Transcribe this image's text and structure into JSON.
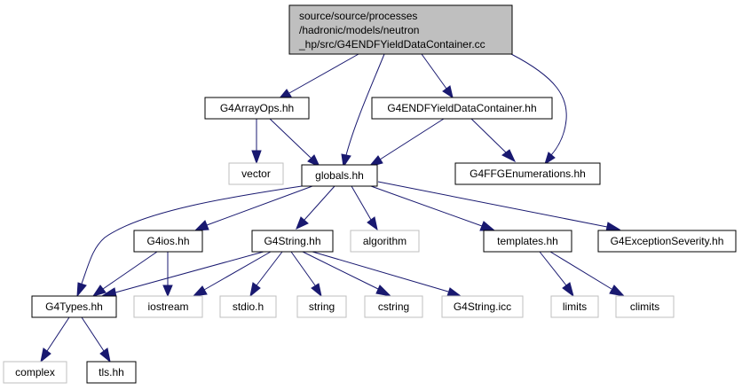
{
  "colors": {
    "edge": "#191970",
    "root_fill": "#bfbfbf",
    "node_border": "#000000",
    "external_border": "#bfbfbf",
    "background": "#ffffff"
  },
  "nodes": {
    "root": {
      "lines": [
        "source/source/processes",
        "/hadronic/models/neutron",
        "_hp/src/G4ENDFYieldDataContainer.cc"
      ]
    },
    "g4arrayops": {
      "label": "G4ArrayOps.hh"
    },
    "g4endfyielddatacontainer": {
      "label": "G4ENDFYieldDataContainer.hh"
    },
    "vector": {
      "label": "vector"
    },
    "globals": {
      "label": "globals.hh"
    },
    "g4ffgenumerations": {
      "label": "G4FFGEnumerations.hh"
    },
    "g4ios": {
      "label": "G4ios.hh"
    },
    "g4string": {
      "label": "G4String.hh"
    },
    "algorithm": {
      "label": "algorithm"
    },
    "templates": {
      "label": "templates.hh"
    },
    "g4exceptionseverity": {
      "label": "G4ExceptionSeverity.hh"
    },
    "g4types": {
      "label": "G4Types.hh"
    },
    "iostream": {
      "label": "iostream"
    },
    "stdio": {
      "label": "stdio.h"
    },
    "string": {
      "label": "string"
    },
    "cstring": {
      "label": "cstring"
    },
    "g4stringicc": {
      "label": "G4String.icc"
    },
    "limits": {
      "label": "limits"
    },
    "climits": {
      "label": "climits"
    },
    "complex": {
      "label": "complex"
    },
    "tls": {
      "label": "tls.hh"
    }
  }
}
